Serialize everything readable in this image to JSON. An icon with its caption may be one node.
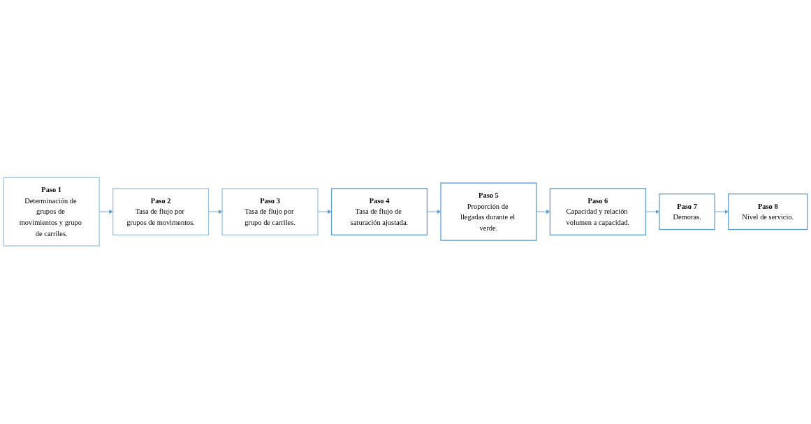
{
  "diagram": {
    "nodes": [
      {
        "text": [
          "Paso 1",
          "Determinación de grupos de movimientos y grupo de carriles."
        ]
      },
      {
        "text": [
          "Paso 2",
          "Tasa de flujo por grupos de movimentos."
        ]
      },
      {
        "text": [
          "Paso 3",
          "Tasa de flujo por grupo de carriles."
        ]
      },
      {
        "text": [
          "Paso 4",
          "Tasa de flujo de saturación ajustada."
        ]
      },
      {
        "text": [
          "Paso 5",
          "Proporción de llegadas durante el verde."
        ]
      },
      {
        "text": [
          "Paso 6",
          "Capacidad y relación volumen a capacidad."
        ]
      },
      {
        "text": [
          "Paso 7",
          "Demoras."
        ]
      },
      {
        "text": [
          "Paso 8",
          "Nivel de servicio."
        ]
      }
    ],
    "edges": [
      {
        "from": 0,
        "to": 1,
        "arrow": "to"
      },
      {
        "from": 1,
        "to": 2,
        "arrow": "to"
      },
      {
        "from": 2,
        "to": 3,
        "arrow": "to"
      },
      {
        "from": 3,
        "to": 4,
        "arrow": "to"
      },
      {
        "from": 4,
        "to": 5,
        "arrow": "to"
      },
      {
        "from": 5,
        "to": 6,
        "arrow": "to"
      },
      {
        "from": 6,
        "to": 7,
        "arrow": "to"
      }
    ]
  }
}
